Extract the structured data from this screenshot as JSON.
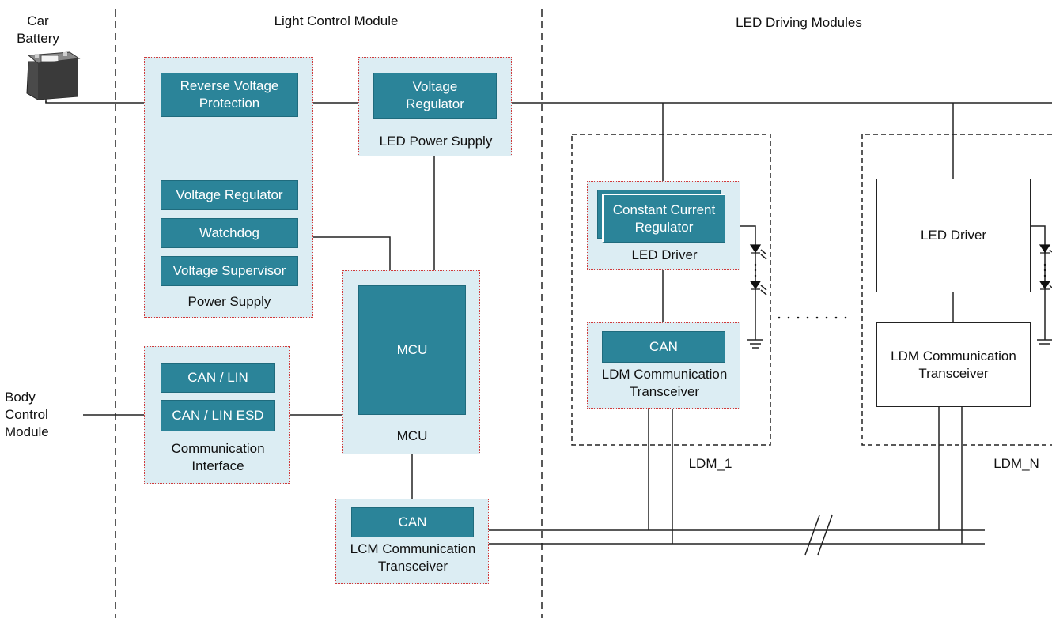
{
  "sections": {
    "light_control_module": "Light Control Module",
    "led_driving_modules": "LED Driving Modules"
  },
  "car_battery": "Car\nBattery",
  "body_control_module": "Body\nControl\nModule",
  "power_supply": {
    "label": "Power Supply",
    "reverse_voltage_protection": "Reverse Voltage Protection",
    "voltage_regulator": "Voltage Regulator",
    "watchdog": "Watchdog",
    "voltage_supervisor": "Voltage Supervisor"
  },
  "led_power_supply": {
    "label": "LED Power Supply",
    "voltage_regulator": "Voltage Regulator"
  },
  "mcu": {
    "inner": "MCU",
    "label": "MCU"
  },
  "communication_interface": {
    "label": "Communication Interface",
    "can_lin": "CAN / LIN",
    "can_lin_esd": "CAN / LIN ESD"
  },
  "lcm_transceiver": {
    "can": "CAN",
    "label": "LCM Communication Transceiver"
  },
  "ldm_1": {
    "name": "LDM_1",
    "driver_inner": "Constant Current Regulator",
    "driver_label": "LED Driver",
    "can": "CAN",
    "transceiver_label": "LDM Communication Transceiver"
  },
  "ldm_n": {
    "name": "LDM_N",
    "driver": "LED Driver",
    "transceiver": "LDM Communication Transceiver"
  },
  "colors": {
    "block": "#2b8499",
    "group_fill": "#dcedf3",
    "group_border": "#d23a3a"
  }
}
